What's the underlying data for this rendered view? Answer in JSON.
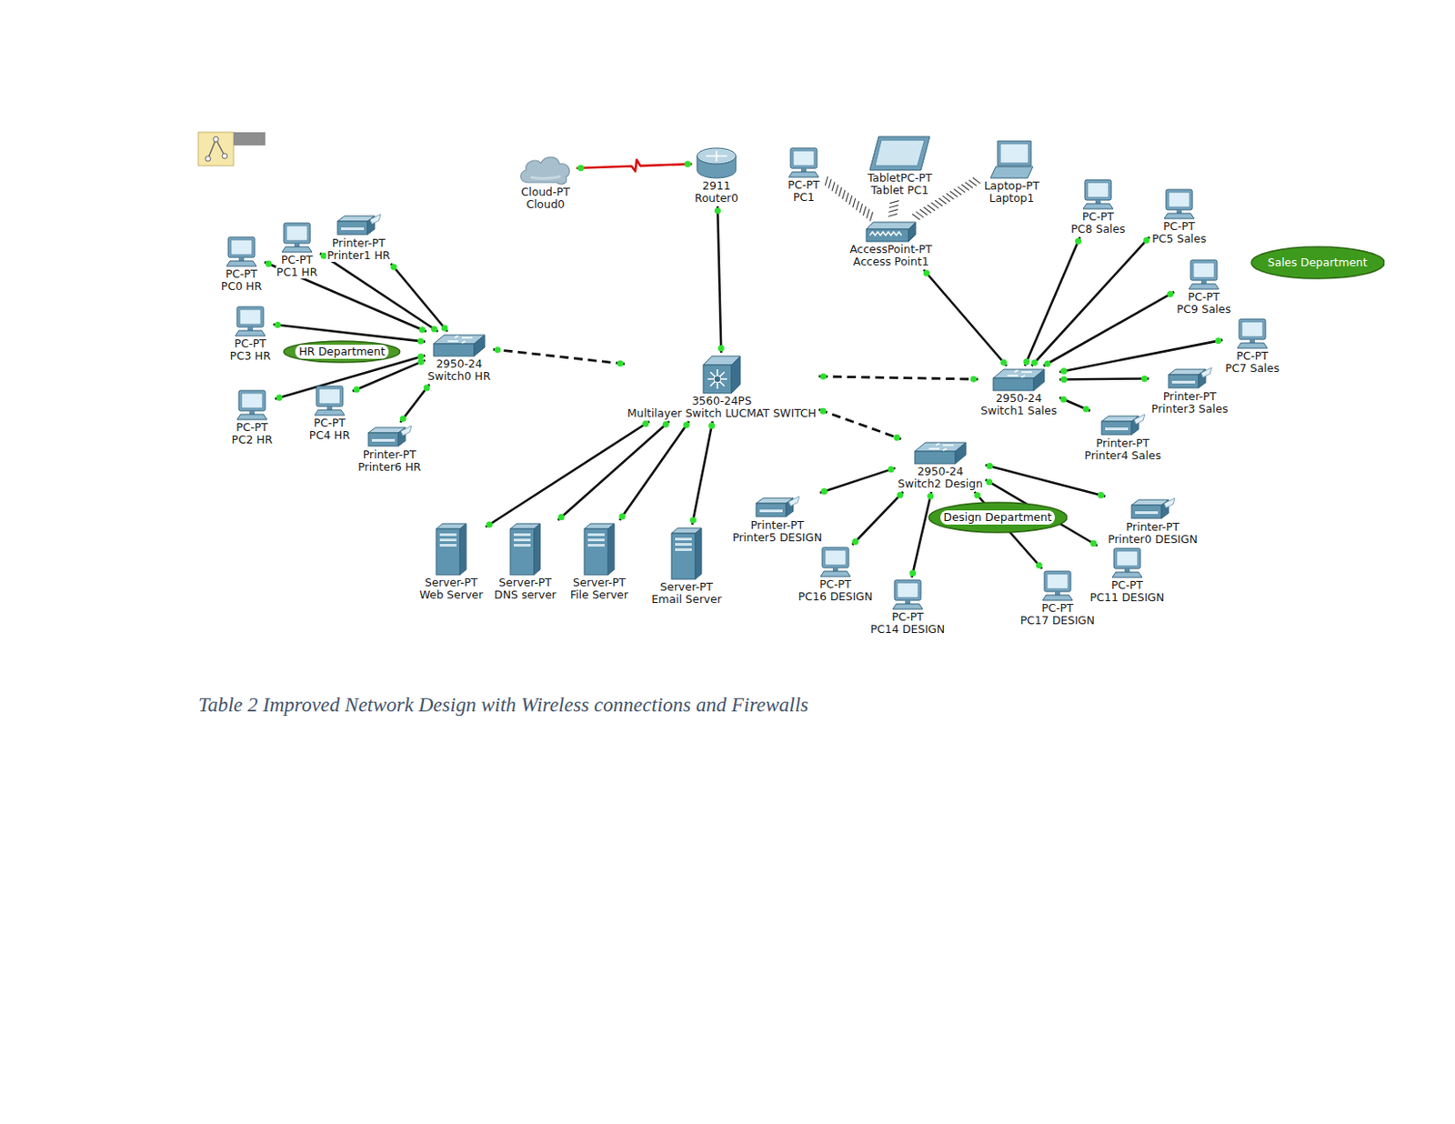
{
  "diagram": {
    "caption": "Table 2 Improved Network Design with Wireless connections and Firewalls",
    "nodes": [
      {
        "text": [
          "Cloud-PT",
          "Cloud0"
        ]
      },
      {
        "text": [
          "2911",
          "Router0"
        ]
      },
      {
        "text": [
          "PC-PT",
          "PC1"
        ]
      },
      {
        "text": [
          "TabletPC-PT",
          "Tablet PC1"
        ]
      },
      {
        "text": [
          "Laptop-PT",
          "Laptop1"
        ]
      },
      {
        "text": [
          "AccessPoint-PT",
          "Access Point1"
        ]
      },
      {
        "text": [
          "PC-PT",
          "PC0 HR"
        ]
      },
      {
        "text": [
          "PC-PT",
          "PC1 HR"
        ]
      },
      {
        "text": [
          "Printer-PT",
          "Printer1 HR"
        ]
      },
      {
        "text": [
          "PC-PT",
          "PC3 HR"
        ]
      },
      {
        "text": [
          "HR Department"
        ]
      },
      {
        "text": [
          "2950-24",
          "Switch0 HR"
        ]
      },
      {
        "text": [
          "PC-PT",
          "PC2 HR"
        ]
      },
      {
        "text": [
          "PC-PT",
          "PC4 HR"
        ]
      },
      {
        "text": [
          "Printer-PT",
          "Printer6 HR"
        ]
      },
      {
        "text": [
          "3560-24PS",
          "Multilayer Switch LUCMAT SWITCH"
        ]
      },
      {
        "text": [
          "PC-PT",
          "PC8 Sales"
        ]
      },
      {
        "text": [
          "PC-PT",
          "PC5 Sales"
        ]
      },
      {
        "text": [
          "Sales Department"
        ]
      },
      {
        "text": [
          "PC-PT",
          "PC9 Sales"
        ]
      },
      {
        "text": [
          "PC-PT",
          "PC7 Sales"
        ]
      },
      {
        "text": [
          "Printer-PT",
          "Printer3 Sales"
        ]
      },
      {
        "text": [
          "2950-24",
          "Switch1 Sales"
        ]
      },
      {
        "text": [
          "Printer-PT",
          "Printer4 Sales"
        ]
      },
      {
        "text": [
          "Server-PT",
          "Web Server"
        ]
      },
      {
        "text": [
          "Server-PT",
          "DNS server"
        ]
      },
      {
        "text": [
          "Server-PT",
          "File Server"
        ]
      },
      {
        "text": [
          "Server-PT",
          "Email Server"
        ]
      },
      {
        "text": [
          "2950-24",
          "Switch2 Design"
        ]
      },
      {
        "text": [
          "Printer-PT",
          "Printer5 DESIGN"
        ]
      },
      {
        "text": [
          "Design Department"
        ]
      },
      {
        "text": [
          "Printer-PT",
          "Printer0 DESIGN"
        ]
      },
      {
        "text": [
          "PC-PT",
          "PC16 DESIGN"
        ]
      },
      {
        "text": [
          "PC-PT",
          "PC11 DESIGN"
        ]
      },
      {
        "text": [
          "PC-PT",
          "PC14 DESIGN"
        ]
      },
      {
        "text": [
          "PC-PT",
          "PC17 DESIGN"
        ]
      }
    ],
    "edges": [
      {
        "from": 0,
        "to": 1,
        "arrow": "none"
      },
      {
        "from": 1,
        "to": 15,
        "arrow": "none"
      },
      {
        "from": 15,
        "to": 11,
        "arrow": "none"
      },
      {
        "from": 15,
        "to": 22,
        "arrow": "none"
      },
      {
        "from": 15,
        "to": 28,
        "arrow": "none"
      },
      {
        "from": 15,
        "to": 24,
        "arrow": "none"
      },
      {
        "from": 15,
        "to": 25,
        "arrow": "none"
      },
      {
        "from": 15,
        "to": 26,
        "arrow": "none"
      },
      {
        "from": 15,
        "to": 27,
        "arrow": "none"
      },
      {
        "from": 11,
        "to": 6,
        "arrow": "none"
      },
      {
        "from": 11,
        "to": 7,
        "arrow": "none"
      },
      {
        "from": 11,
        "to": 8,
        "arrow": "none"
      },
      {
        "from": 11,
        "to": 9,
        "arrow": "none"
      },
      {
        "from": 11,
        "to": 12,
        "arrow": "none"
      },
      {
        "from": 11,
        "to": 13,
        "arrow": "none"
      },
      {
        "from": 11,
        "to": 14,
        "arrow": "none"
      },
      {
        "from": 22,
        "to": 5,
        "arrow": "none"
      },
      {
        "from": 22,
        "to": 16,
        "arrow": "none"
      },
      {
        "from": 22,
        "to": 17,
        "arrow": "none"
      },
      {
        "from": 22,
        "to": 19,
        "arrow": "none"
      },
      {
        "from": 22,
        "to": 20,
        "arrow": "none"
      },
      {
        "from": 22,
        "to": 21,
        "arrow": "none"
      },
      {
        "from": 22,
        "to": 23,
        "arrow": "none"
      },
      {
        "from": 5,
        "to": 2,
        "arrow": "none"
      },
      {
        "from": 5,
        "to": 3,
        "arrow": "none"
      },
      {
        "from": 5,
        "to": 4,
        "arrow": "none"
      },
      {
        "from": 28,
        "to": 29,
        "arrow": "none"
      },
      {
        "from": 28,
        "to": 32,
        "arrow": "none"
      },
      {
        "from": 28,
        "to": 34,
        "arrow": "none"
      },
      {
        "from": 28,
        "to": 35,
        "arrow": "none"
      },
      {
        "from": 28,
        "to": 33,
        "arrow": "none"
      },
      {
        "from": 28,
        "to": 31,
        "arrow": "none"
      }
    ]
  }
}
